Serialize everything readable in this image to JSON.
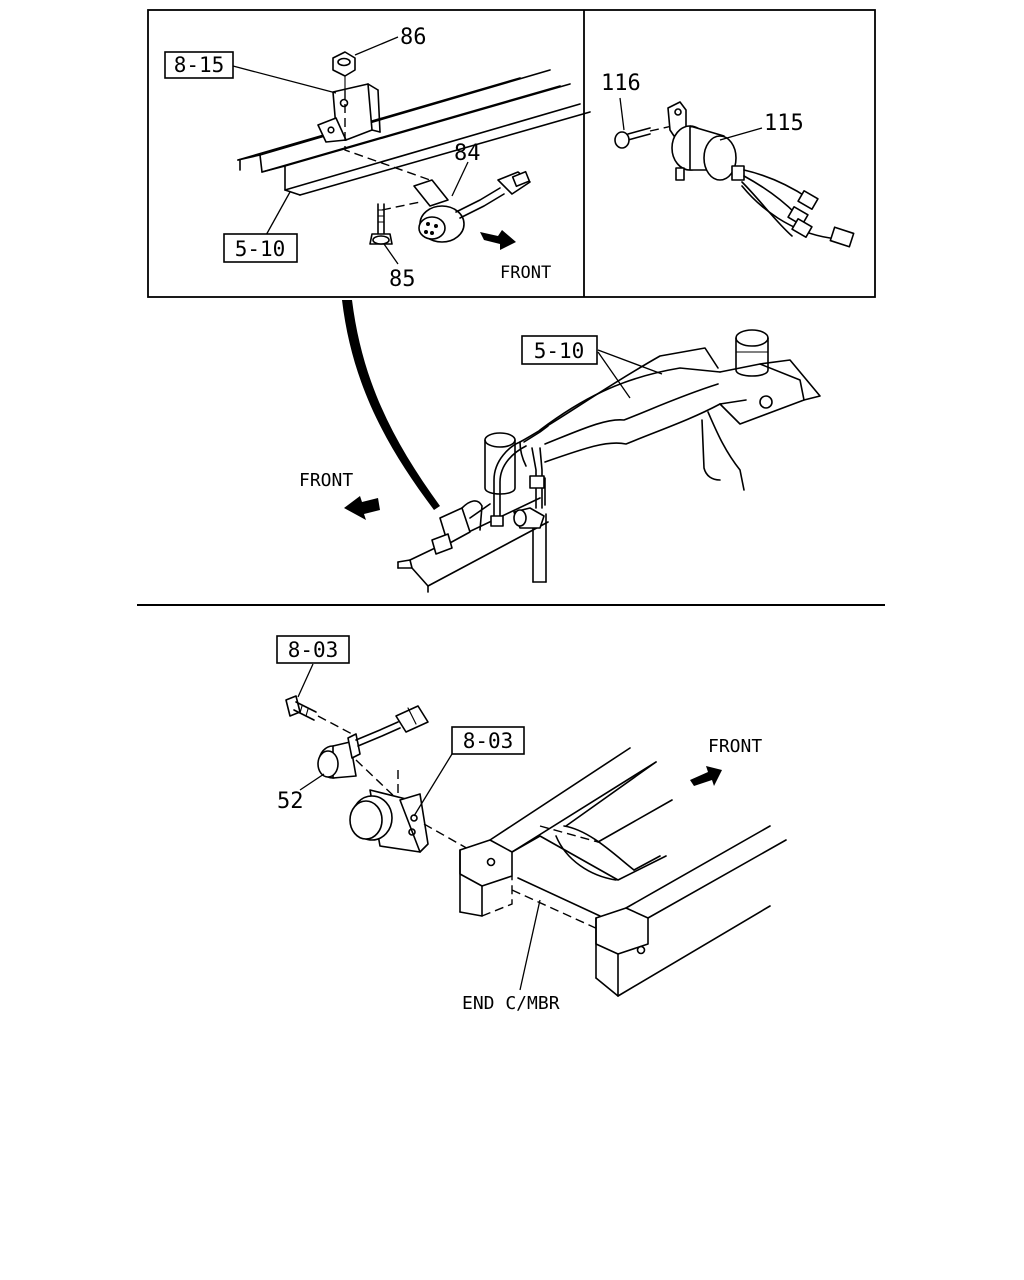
{
  "top_panel": {
    "left_inset": {
      "labels": {
        "ref_8_15": "8-15",
        "ref_5_10": "5-10",
        "part_86": "86",
        "part_84": "84",
        "part_85": "85",
        "front": "FRONT"
      }
    },
    "right_inset": {
      "labels": {
        "part_116": "116",
        "part_115": "115"
      }
    },
    "main_view": {
      "labels": {
        "ref_5_10": "5-10",
        "front": "FRONT"
      }
    }
  },
  "bottom_panel": {
    "labels": {
      "ref_8_03_top": "8-03",
      "ref_8_03_bracket": "8-03",
      "part_52": "52",
      "front": "FRONT",
      "end_cross_member": "END C/MBR"
    }
  },
  "icons": [
    "front-arrow-icon",
    "hex-nut-icon",
    "bolt-icon",
    "connector-icon"
  ]
}
